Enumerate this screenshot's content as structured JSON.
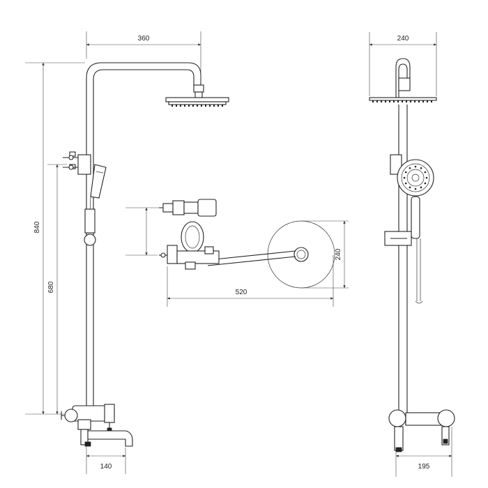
{
  "dimensions": {
    "front_arm_width": "360",
    "front_total_height": "840",
    "front_mount_height": "680",
    "front_spout_width": "140",
    "top_arm_length": "520",
    "top_head_diameter": "240",
    "side_head_width": "240",
    "side_base_width": "195"
  },
  "colors": {
    "line": "#222222",
    "background": "#ffffff"
  }
}
